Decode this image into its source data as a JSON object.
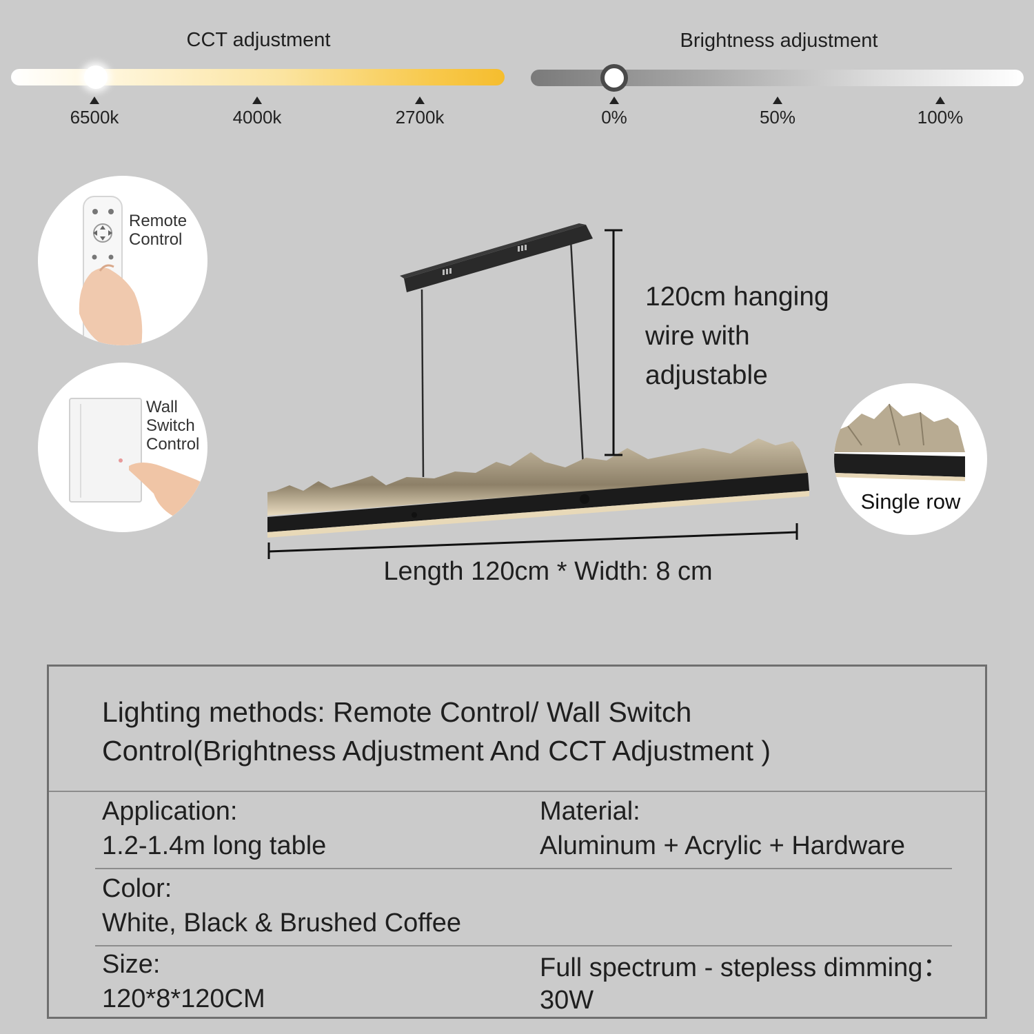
{
  "cct": {
    "title": "CCT adjustment",
    "ticks": [
      "6500k",
      "4000k",
      "2700k"
    ],
    "selected_index": 0,
    "colors": {
      "cool": "#ffffff",
      "warm": "#f5bd2e"
    }
  },
  "brightness": {
    "title": "Brightness adjustment",
    "ticks": [
      "0%",
      "50%",
      "100%"
    ],
    "value_percent": 0,
    "colors": {
      "low": "#7a7a7a",
      "high": "#ffffff"
    }
  },
  "controls": {
    "remote_label": "Remote\nControl",
    "wall_label": "Wall\nSwitch\nControl"
  },
  "product": {
    "hanging_note": "120cm hanging\nwire with\nadjustable",
    "dimension_label": "Length 120cm * Width: 8 cm",
    "detail_label": "Single row"
  },
  "specs": {
    "lighting": "Lighting methods: Remote Control/ Wall Switch\nControl(Brightness Adjustment And CCT Adjustment )",
    "application_label": "Application:",
    "application_value": "1.2-1.4m long table",
    "material_label": "Material:",
    "material_value": "Aluminum + Acrylic + Hardware",
    "color_label": "Color:",
    "color_value": "White, Black & Brushed Coffee",
    "size_label": "Size:",
    "size_value": "120*8*120CM",
    "dimming_label": "Full spectrum - stepless dimming：",
    "dimming_value": "30W"
  },
  "icons": [
    "remote-icon",
    "hand-icon",
    "wall-switch-icon",
    "chandelier-illustration",
    "crystal-detail-icon"
  ]
}
